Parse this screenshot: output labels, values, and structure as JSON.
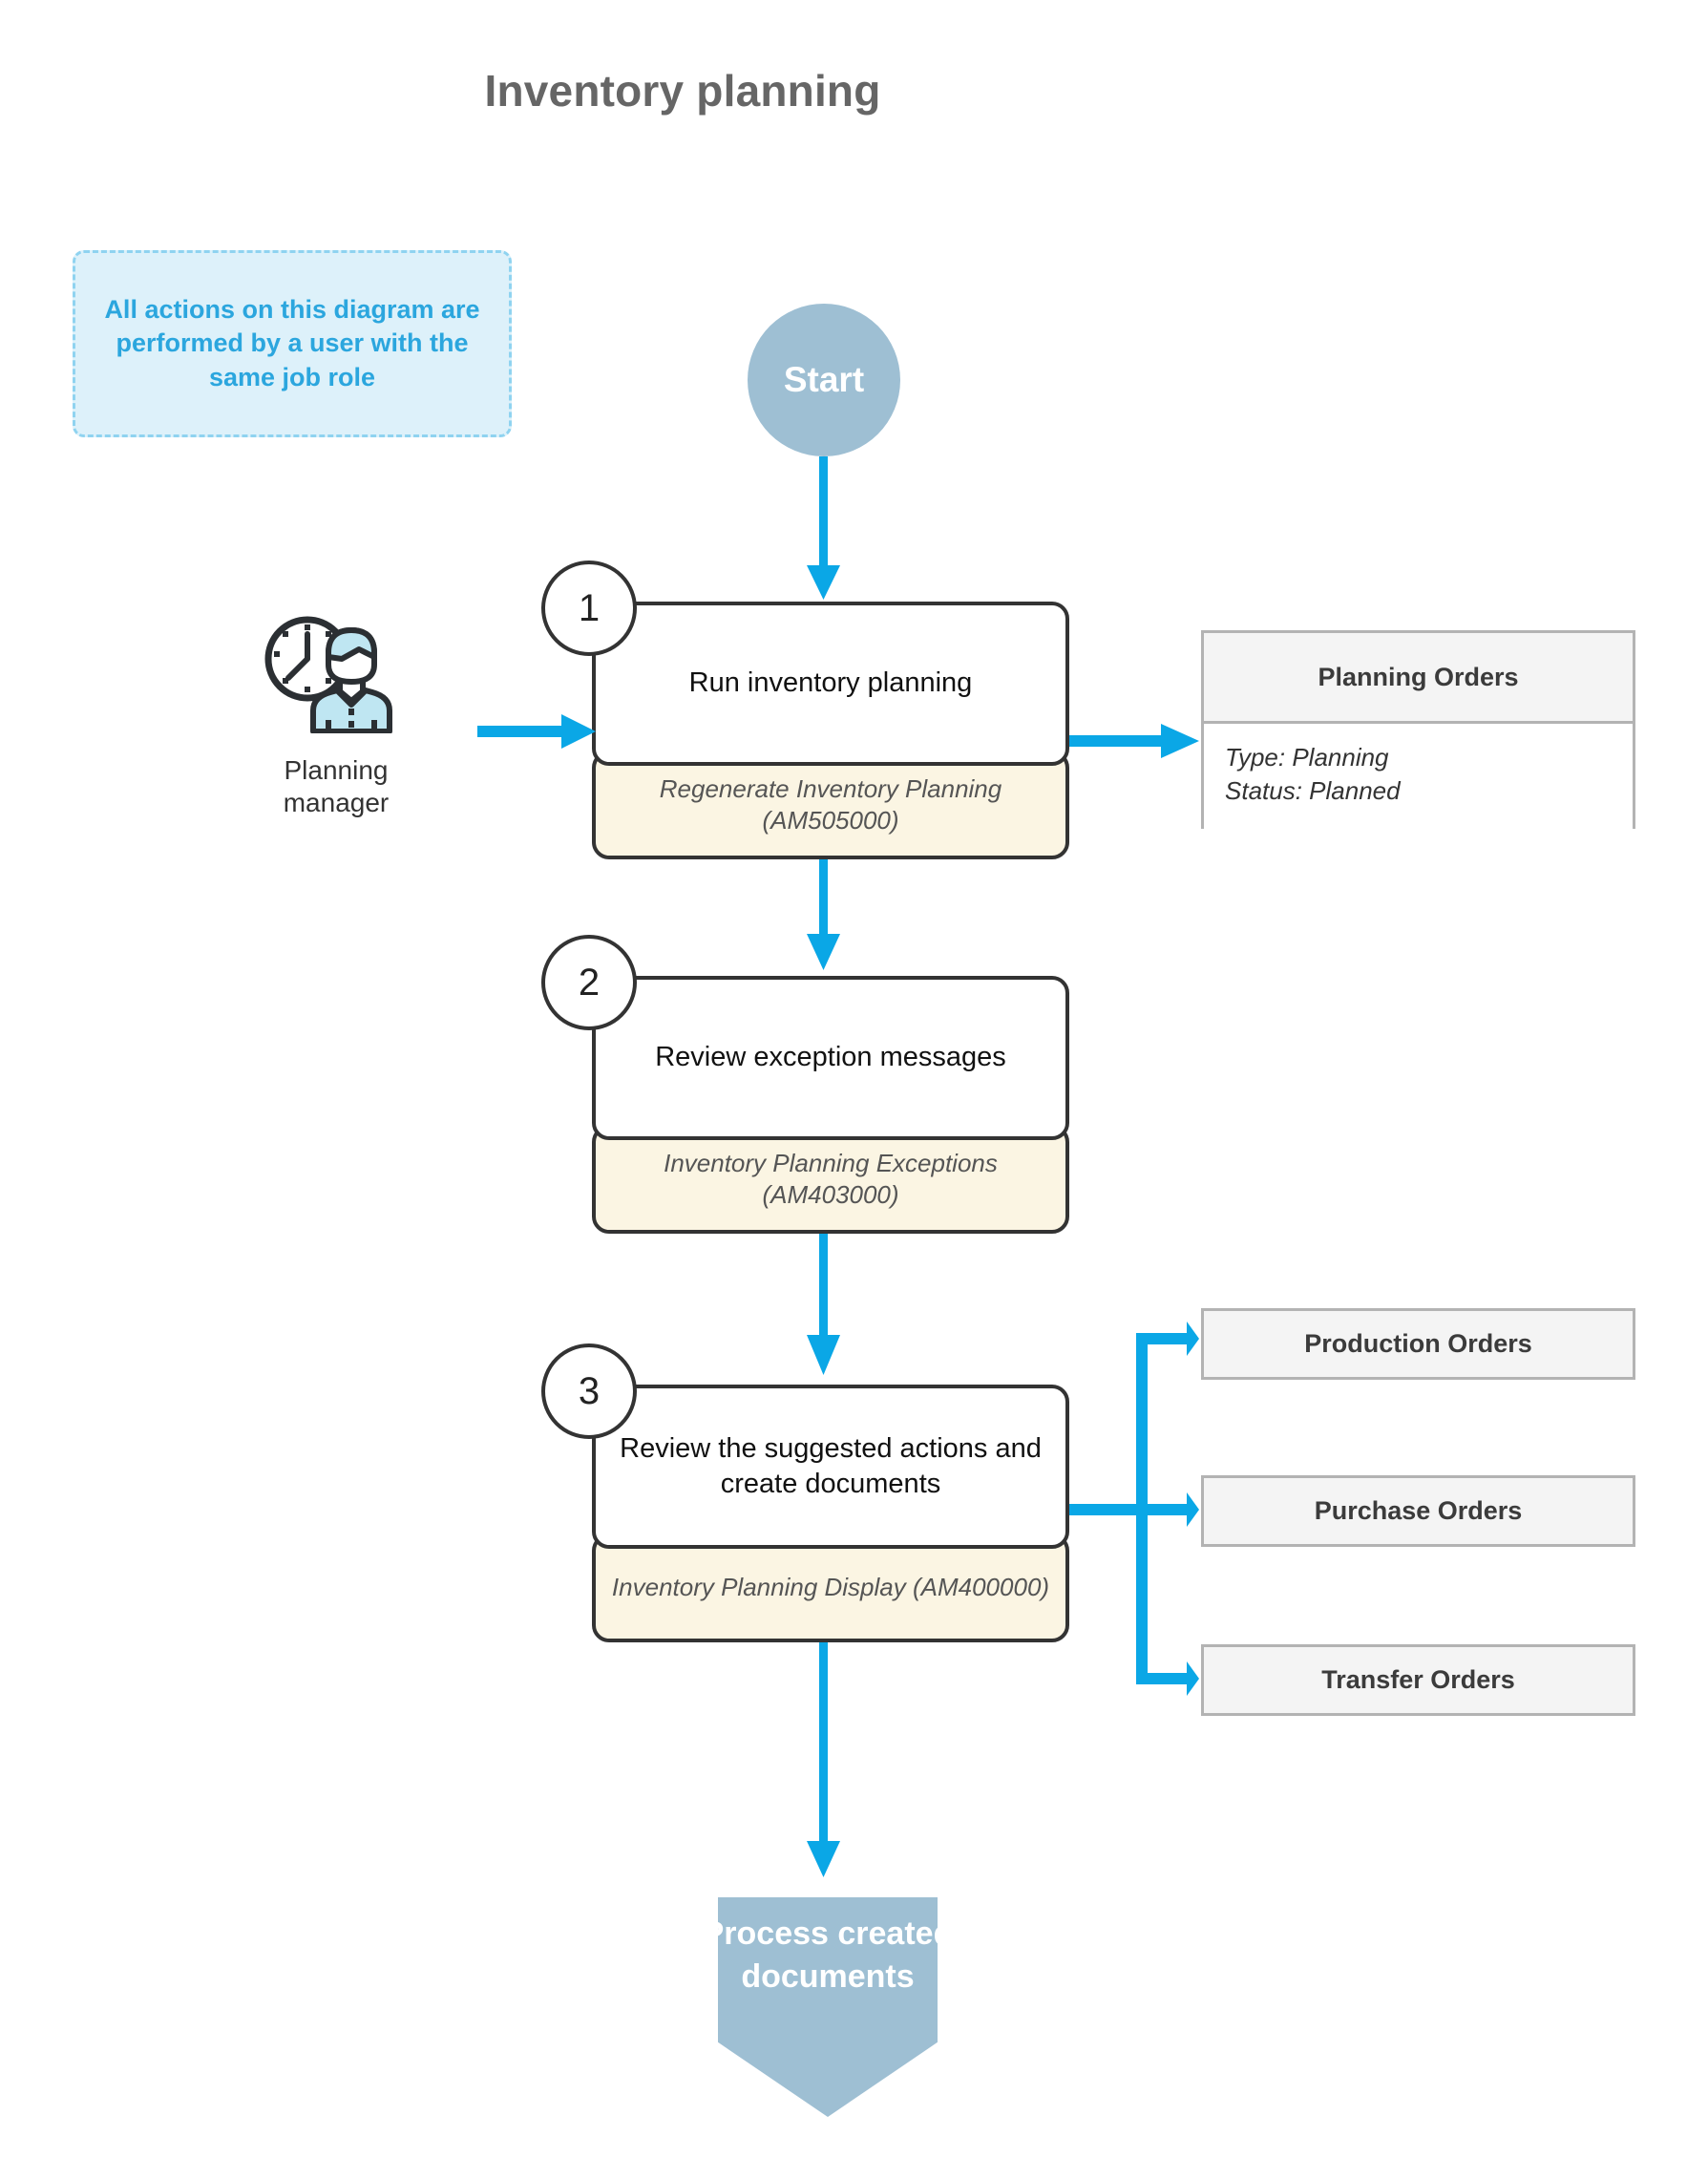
{
  "page": {
    "title": "Inventory planning"
  },
  "note": {
    "text": "All actions on this diagram are performed by a user with the same job role",
    "color": "#2ba6de",
    "background": "#ddf1fa"
  },
  "start": {
    "label": "Start",
    "color": "#9ebfd3"
  },
  "actor": {
    "icon": "planning-manager-icon",
    "label": "Planning manager"
  },
  "steps": [
    {
      "number": "1",
      "title": "Run inventory planning",
      "screen": "Regenerate Inventory Planning (AM505000)"
    },
    {
      "number": "2",
      "title": "Review exception messages",
      "screen": "Inventory Planning Exceptions (AM403000)"
    },
    {
      "number": "3",
      "title": "Review the suggested actions and create documents",
      "screen": "Inventory Planning Display (AM400000)"
    }
  ],
  "documents": {
    "planning_orders": {
      "title": "Planning Orders",
      "attributes": "Type: Planning\nStatus: Planned"
    },
    "outputs": [
      {
        "title": "Production Orders"
      },
      {
        "title": "Purchase Orders"
      },
      {
        "title": "Transfer Orders"
      }
    ]
  },
  "end": {
    "label": "Process created documents",
    "color": "#9ebfd3"
  },
  "colors": {
    "arrow": "#0aa7e6",
    "step_border": "#333333",
    "step_footer": "#fbf5e3",
    "doc_border": "#b3b3b3",
    "doc_fill": "#f4f4f4",
    "title": "#666666"
  }
}
